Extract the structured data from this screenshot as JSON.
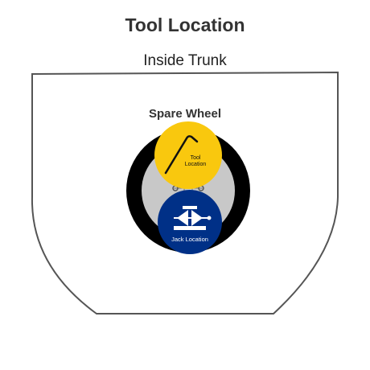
{
  "title": "Tool Location",
  "subtitle": "Inside Trunk",
  "spare_wheel": {
    "label": "Spare Wheel"
  },
  "tool": {
    "label_line1": "Tool",
    "label_line2": "Location",
    "color": "#F9C80E"
  },
  "jack": {
    "label": "Jack Location",
    "color": "#003087"
  },
  "colors": {
    "tire": "#000000",
    "rim": "#C8C8C8",
    "trunk_outline": "#555555"
  },
  "icons": [
    "lug-wrench-icon",
    "scissor-jack-icon"
  ]
}
